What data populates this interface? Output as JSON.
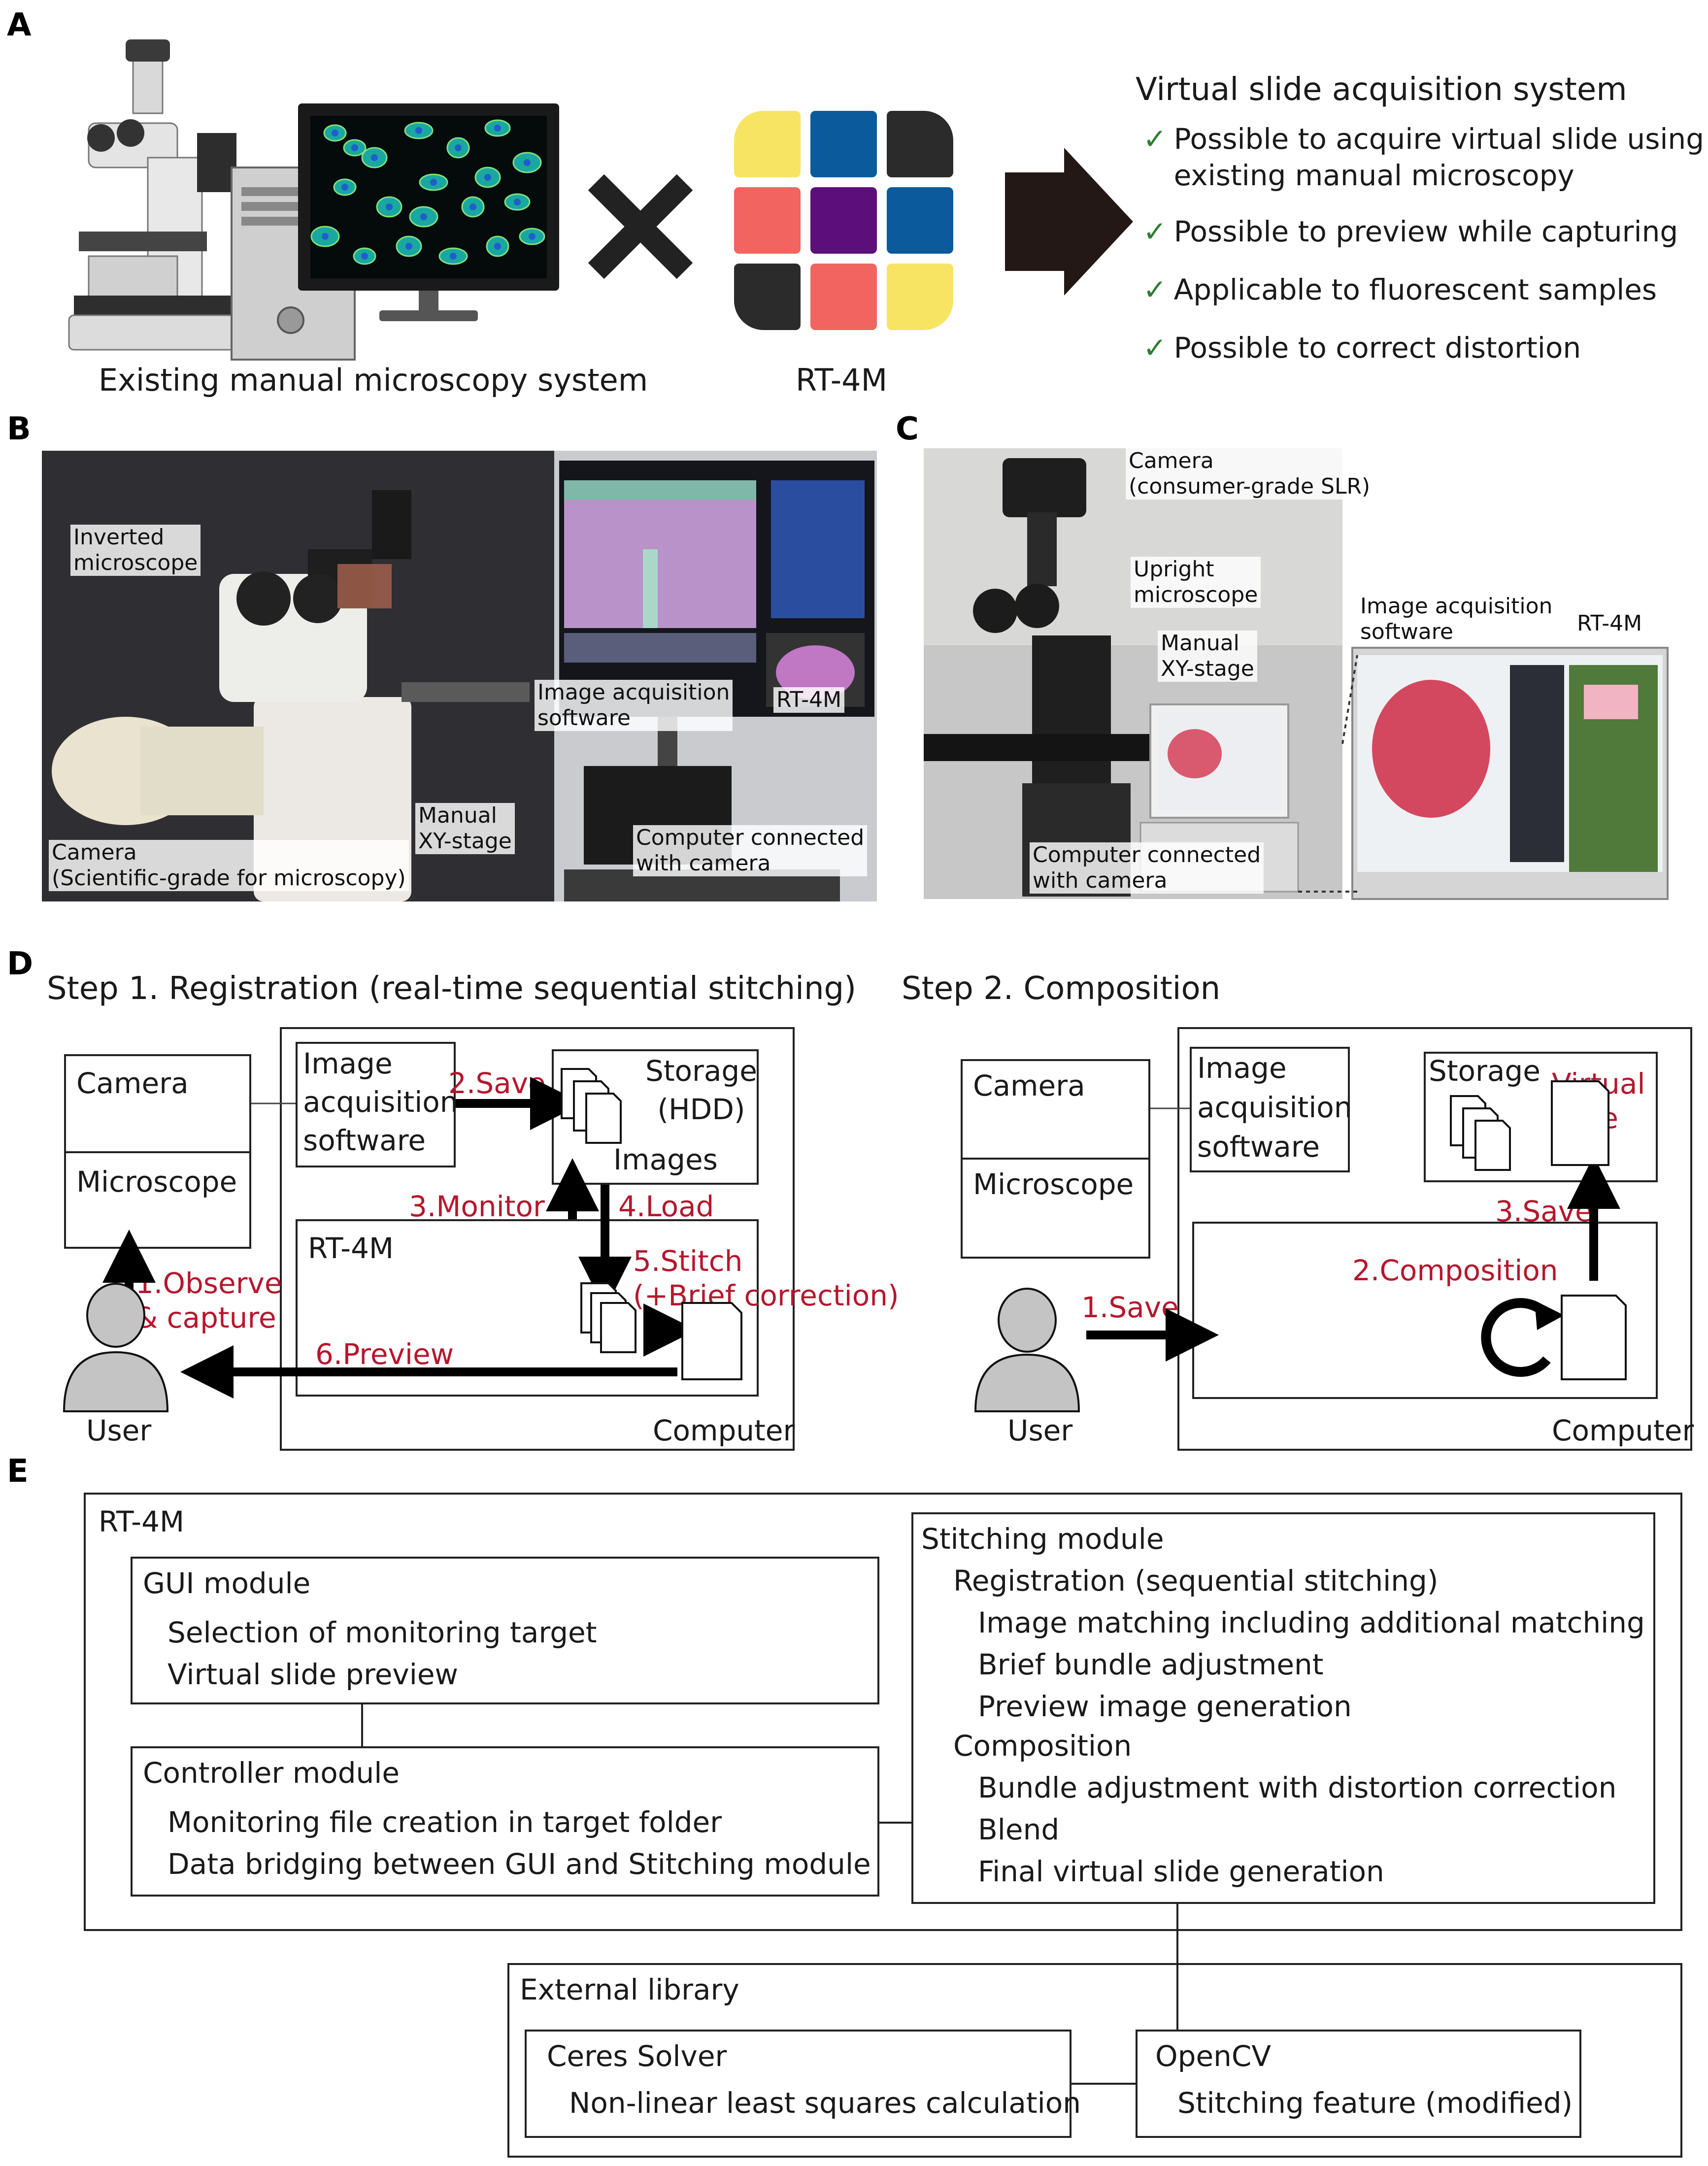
{
  "panels": {
    "a": "A",
    "b": "B",
    "c": "C",
    "d": "D",
    "e": "E"
  },
  "colors": {
    "accent_red": "#b5172d",
    "check_green": "#2e7d32"
  },
  "a": {
    "existing_label": "Existing manual microscopy system",
    "rt4m_label": "RT-4M",
    "system_title": "Virtual slide acquisition system",
    "bullets": [
      "Possible to acquire virtual slide using\nexisting manual microscopy",
      "Possible to preview while capturing",
      "Applicable to fluorescent samples",
      "Possible to correct distortion"
    ],
    "check_glyph": "✓",
    "logo_colors": [
      "#f7e463",
      "#0b5a9c",
      "#2b2b2b",
      "#f1645f",
      "#5c0f7a",
      "#0b5a9c",
      "#2b2b2b",
      "#f1645f",
      "#f7e463"
    ]
  },
  "b": {
    "tags": {
      "inverted": "Inverted\nmicroscope",
      "software": "Image acquisition\nsoftware",
      "rt4m": "RT-4M",
      "stage": "Manual\nXY-stage",
      "camera": "Camera\n(Scientific-grade for microscopy)",
      "computer": "Computer connected\nwith camera"
    }
  },
  "c": {
    "tags": {
      "camera": "Camera\n(consumer-grade SLR)",
      "upright": "Upright\nmicroscope",
      "stage": "Manual\nXY-stage",
      "software": "Image acquisition\nsoftware",
      "rt4m": "RT-4M",
      "computer": "Computer connected\nwith camera"
    }
  },
  "d": {
    "step1_title": "Step 1. Registration (real-time sequential stitching)",
    "step2_title": "Step 2. Composition",
    "camera": "Camera",
    "microscope": "Microscope",
    "software": "Image\nacquisition\nsoftware",
    "storage": "Storage\n(HDD)",
    "images": "Images",
    "rt4m": "RT-4M",
    "user": "User",
    "computer": "Computer",
    "s1": {
      "save": "2.Save",
      "monitor": "3.Monitor",
      "load": "4.Load",
      "stitch": "5.Stitch\n(+Brief correction)",
      "observe": "1.Observe\n& capture",
      "preview": "6.Preview"
    },
    "s2": {
      "storage": "Storage",
      "virtual_slide": "Virtual\nslide",
      "save3": "3.Save",
      "composition": "2.Composition",
      "save1": "1.Save"
    }
  },
  "e": {
    "rt4m": "RT-4M",
    "gui": {
      "title": "GUI module",
      "items": [
        "Selection of monitoring target",
        "Virtual slide preview"
      ]
    },
    "controller": {
      "title": "Controller module",
      "items": [
        "Monitoring file creation in target folder",
        "Data bridging between GUI and Stitching module"
      ]
    },
    "stitching": {
      "title": "Stitching module",
      "registration": "Registration (sequential stitching)",
      "reg_items": [
        "Image matching including additional matching",
        "Brief bundle adjustment",
        "Preview image generation"
      ],
      "composition": "Composition",
      "comp_items": [
        "Bundle adjustment with distortion correction",
        "Blend",
        "Final virtual slide generation"
      ]
    },
    "external": "External library",
    "ceres": {
      "title": "Ceres Solver",
      "item": "Non-linear least squares calculation"
    },
    "opencv": {
      "title": "OpenCV",
      "item": "Stitching feature (modified)"
    }
  }
}
